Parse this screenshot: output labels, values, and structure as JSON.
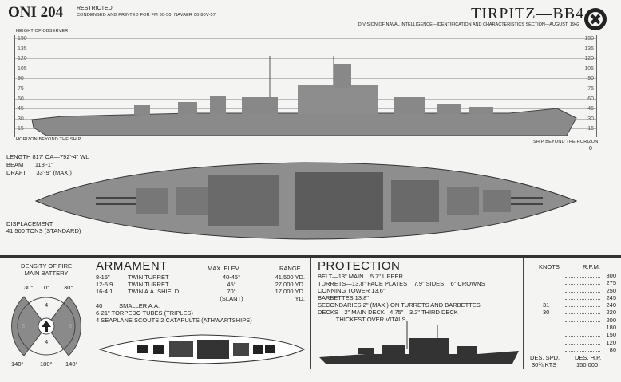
{
  "header": {
    "doc_id": "ONI 204",
    "restricted": "RESTRICTED",
    "printed": "CONDENSED AND PRINTED FOR FM 30-50, NAVAER 00-80V-57",
    "title": "TIRPITZ—BB4",
    "division": "DIVISION OF NAVAL INTELLIGENCE—IDENTIFICATION AND CHARACTERISTICS SECTION—AUGUST, 1942",
    "emblem_icon": "national-insignia-roundel"
  },
  "profile": {
    "height_label": "HEIGHT OF OBSERVER",
    "scale": [
      "150",
      "135",
      "120",
      "105",
      "90",
      "75",
      "60",
      "45",
      "30",
      "15"
    ],
    "horizon_left": "HORIZON BEYOND THE SHIP",
    "horizon_right": "SHIP BEYOND THE HORIZON",
    "zero": "0"
  },
  "dimensions": {
    "length": "LENGTH 817' OA—792'-4\" WL",
    "beam": "BEAM       118'-1\"",
    "draft": "DRAFT      33'-9\" (MAX.)",
    "displacement_label": "DISPLACEMENT",
    "displacement": "41,500 TONS (STANDARD)"
  },
  "density": {
    "title1": "DENSITY OF FIRE",
    "title2": "MAIN BATTERY",
    "top": [
      "30°",
      "0°",
      "30°"
    ],
    "bottom": [
      "140°",
      "180°",
      "140°"
    ],
    "fore": "4",
    "aft": "4",
    "port": "8",
    "stbd": "8"
  },
  "armament": {
    "title": "ARMAMENT",
    "col_elev": "MAX. ELEV.",
    "col_range": "RANGE",
    "rows": [
      {
        "qty": "8-15\"",
        "type": "TWIN TURRET",
        "elev": "40-45°",
        "range": "41,500 YD."
      },
      {
        "qty": "12-5.9",
        "type": "TWIN TURRET",
        "elev": "45°",
        "range": "27,000 YD."
      },
      {
        "qty": "16-4.1",
        "type": "TWIN A.A. SHIELD",
        "elev": "70°",
        "range": "17,000 YD."
      },
      {
        "qty": "",
        "type": "",
        "elev": "(SLANT)",
        "range": "YD."
      }
    ],
    "extra": [
      "40          SMALLER A.A.",
      "6-21\" TORPEDO TUBES (TRIPLES)",
      "4 SEAPLANE SCOUTS   2 CATAPULTS (ATHWARTSHIPS)"
    ]
  },
  "protection": {
    "title": "PROTECTION",
    "lines": [
      "BELT—13\" MAIN    5.7\" UPPER",
      "TURRETS—13.8\" FACE PLATES    7.9\" SIDES    6\" CROWNS",
      "CONNING TOWER 13.6\"",
      "BARBETTES 13.8\"",
      "SECONDARIES 2\" (MAX.) ON TURRETS AND BARBETTES",
      "DECKS—2\" MAIN DECK   4.75\"—3.2\" THIRD DECK",
      "           THICKEST OVER VITALS"
    ]
  },
  "speed": {
    "knots_label": "KNOTS",
    "rpm_label": "R.P.M.",
    "rows": [
      {
        "knots": "",
        "rpm": "300"
      },
      {
        "knots": "",
        "rpm": "275"
      },
      {
        "knots": "",
        "rpm": "250"
      },
      {
        "knots": "",
        "rpm": "245"
      },
      {
        "knots": "31",
        "rpm": "240"
      },
      {
        "knots": "30",
        "rpm": "220"
      },
      {
        "knots": "",
        "rpm": "200"
      },
      {
        "knots": "",
        "rpm": "180"
      },
      {
        "knots": "",
        "rpm": "150"
      },
      {
        "knots": "",
        "rpm": "120"
      },
      {
        "knots": "",
        "rpm": "80"
      }
    ],
    "des_spd_label": "DES. SPD.",
    "des_spd": "30¾ KTS",
    "des_hp_label": "DES. H.P.",
    "des_hp": "150,000"
  }
}
